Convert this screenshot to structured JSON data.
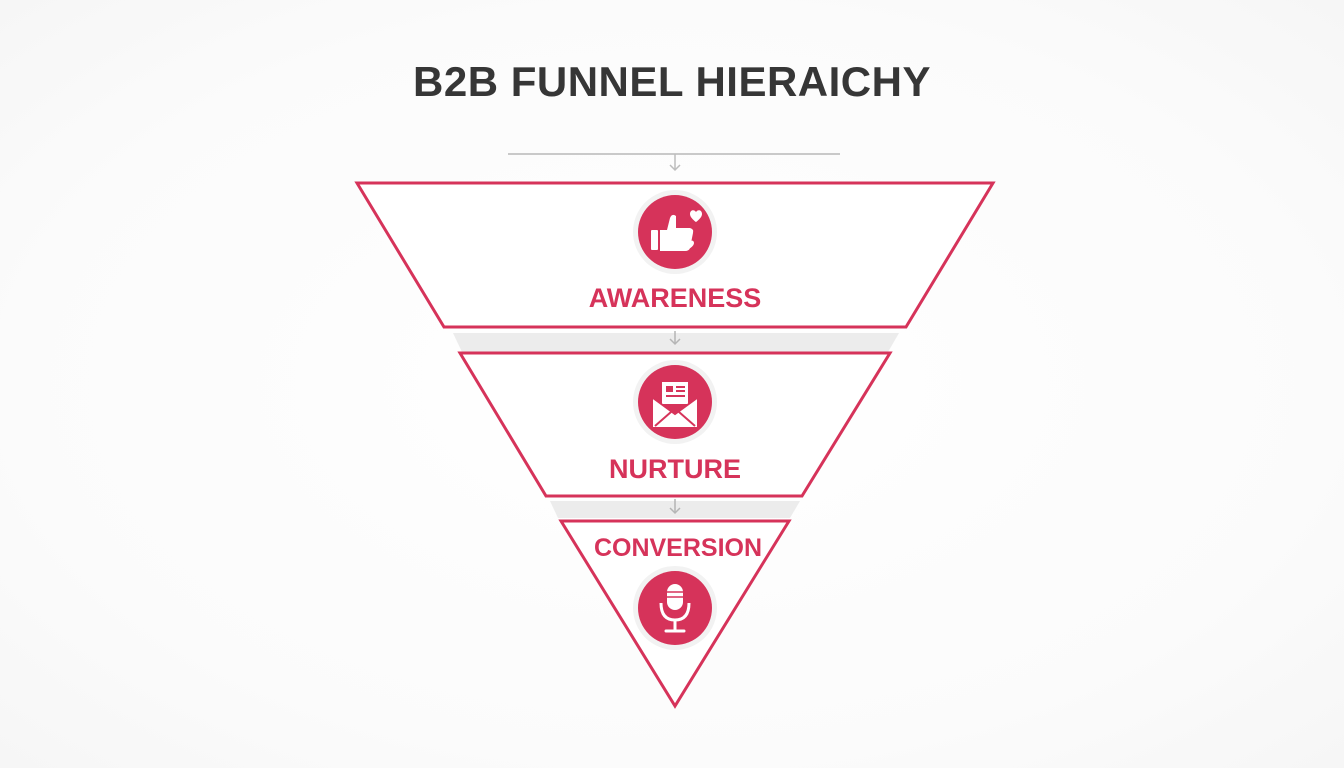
{
  "title": "B2B FUNNEL HIERAICHY",
  "colors": {
    "accent": "#d6335a",
    "title": "#363636",
    "connector": "#bdbdbd",
    "band": "#ededed"
  },
  "stages": [
    {
      "label": "AWARENESS",
      "icon": "thumbs-up-hearts-icon"
    },
    {
      "label": "NURTURE",
      "icon": "envelope-newsletter-icon"
    },
    {
      "label": "CONVERSION",
      "icon": "microphone-icon"
    }
  ]
}
